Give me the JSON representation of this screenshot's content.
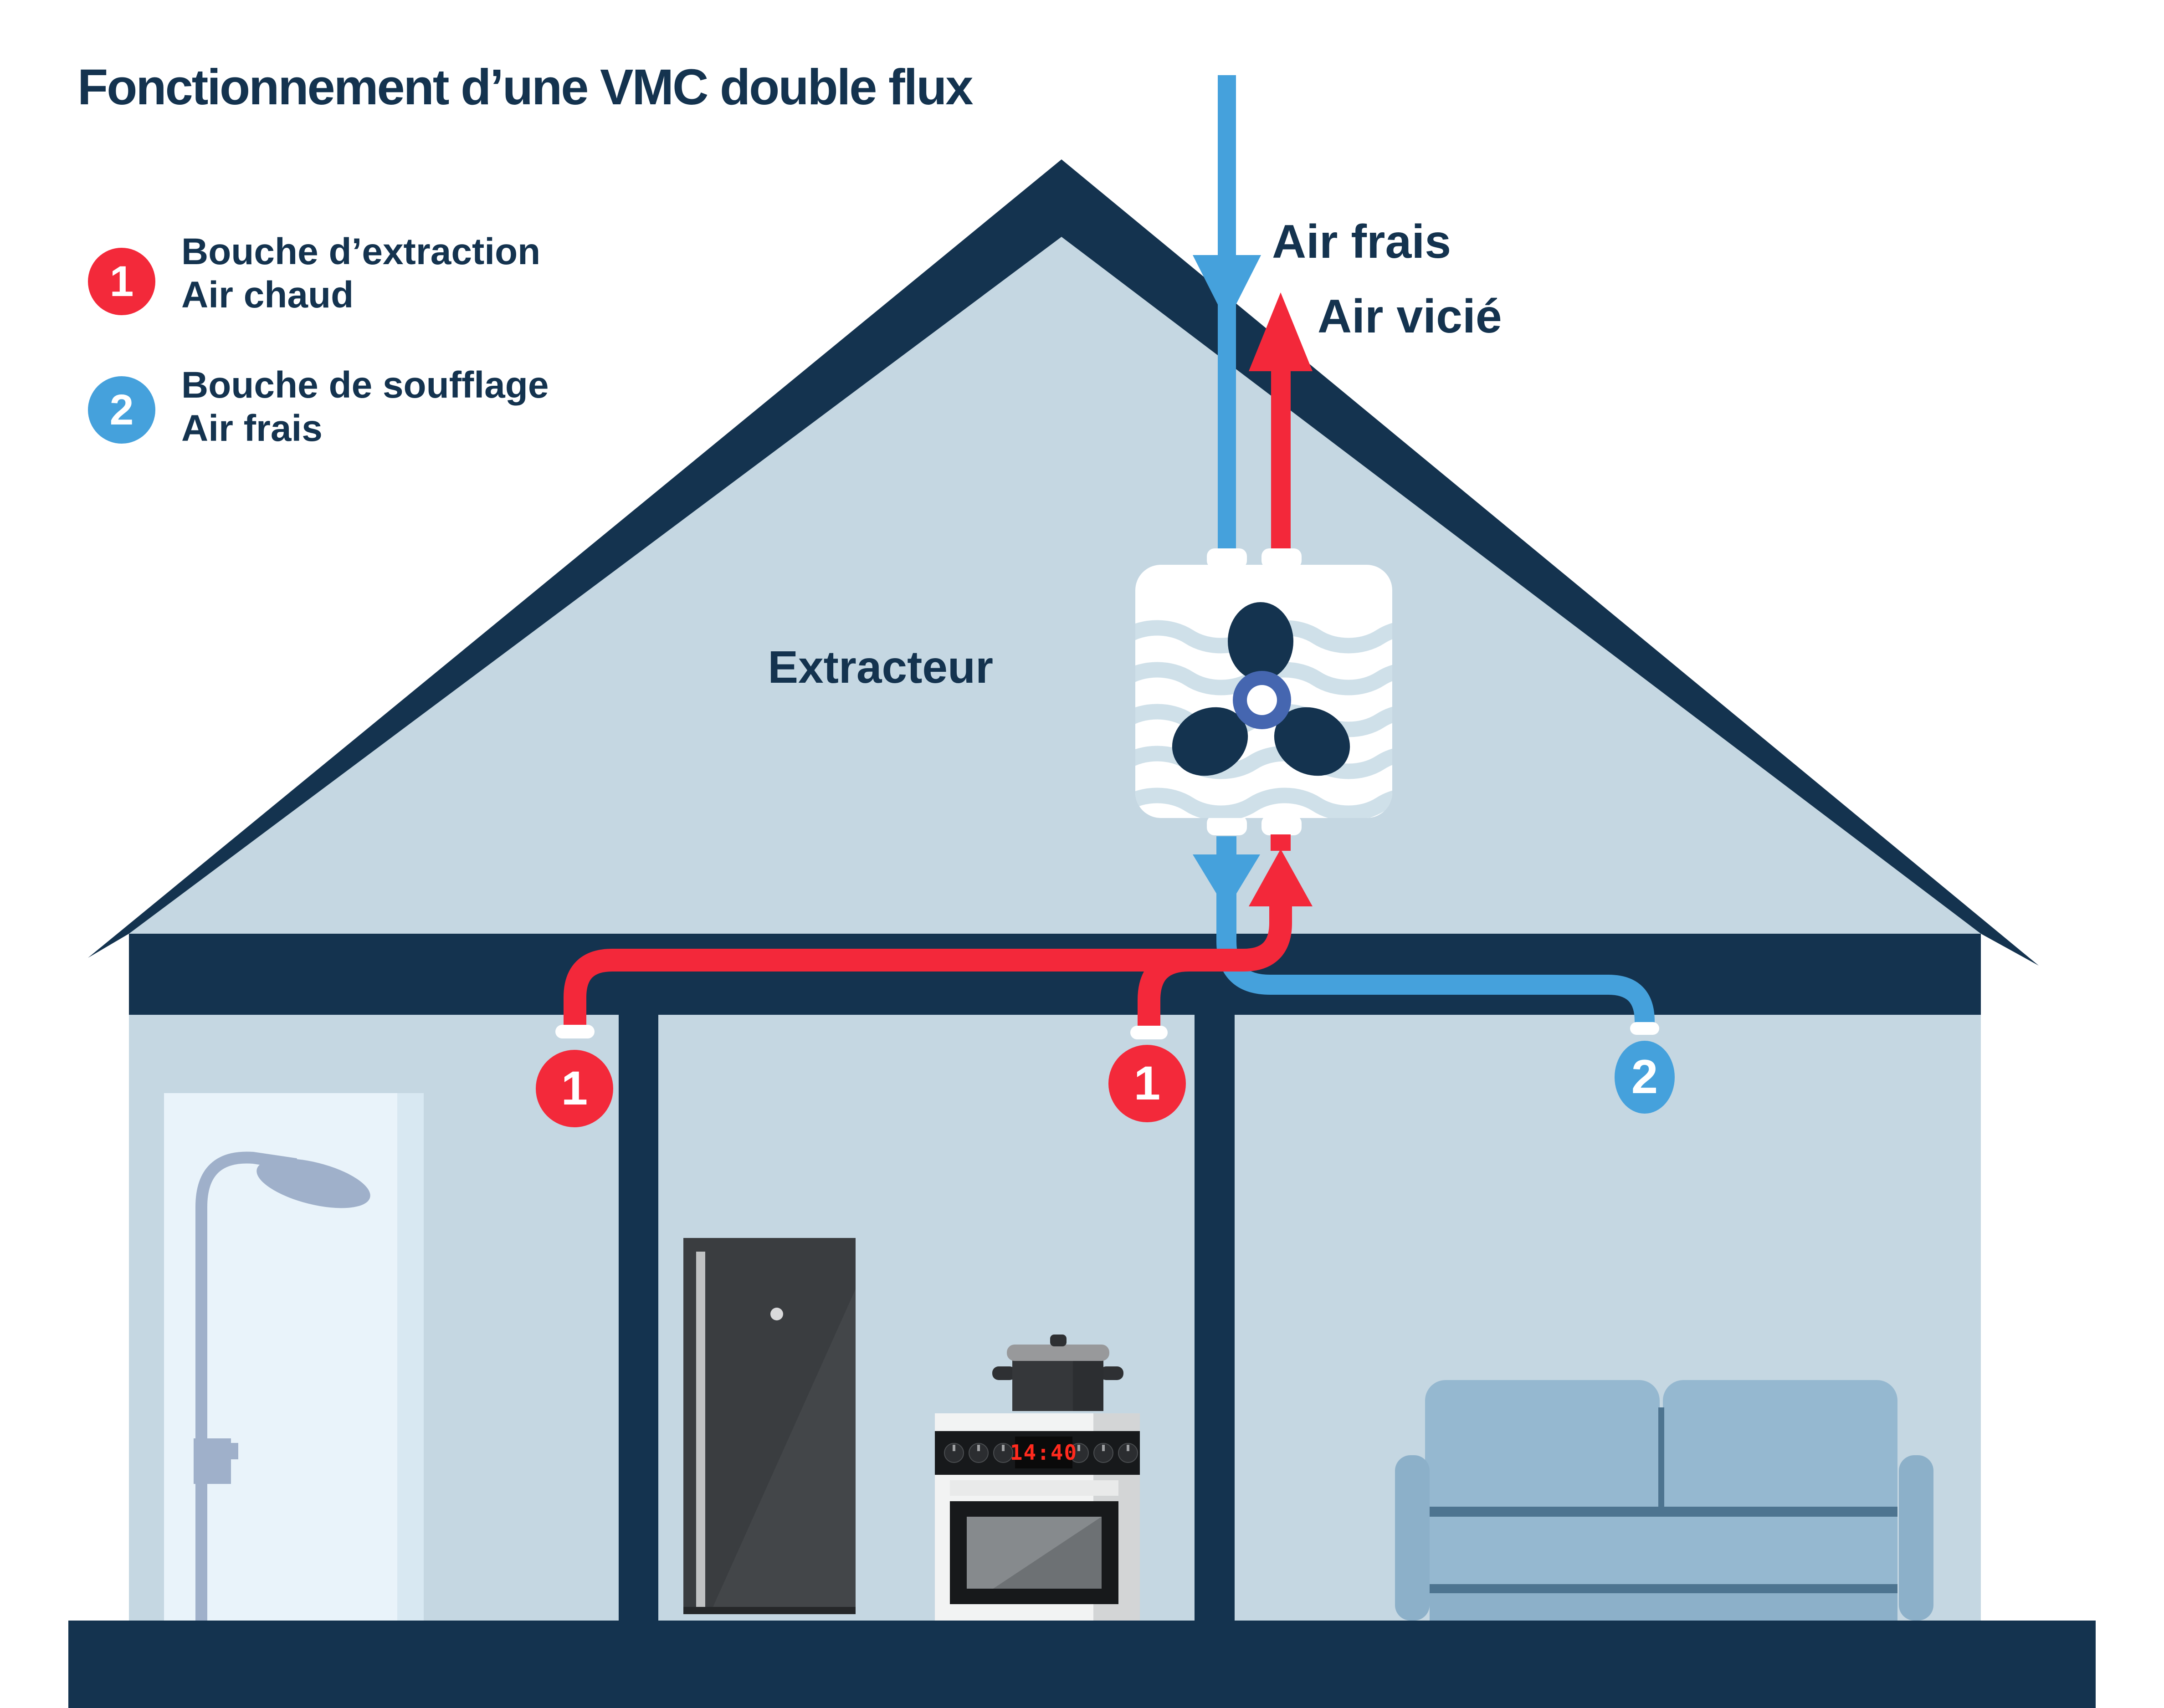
{
  "title": "Fonctionnement d’une VMC double flux",
  "legend": {
    "items": [
      {
        "number": "1",
        "color": "#f3293a",
        "label_line1": "Bouche d’extraction",
        "label_line2": "Air chaud"
      },
      {
        "number": "2",
        "color": "#45a1dc",
        "label_line1": "Bouche de soufflage",
        "label_line2": "Air frais"
      }
    ]
  },
  "labels": {
    "air_frais": "Air frais",
    "air_vicie": "Air vicié",
    "extracteur": "Extracteur"
  },
  "markers": {
    "extraction_bathroom": "1",
    "extraction_kitchen": "1",
    "soufflage_living": "2"
  },
  "appliances": {
    "stove_clock": "14:40"
  },
  "colors": {
    "navy": "#14334f",
    "wall_interior": "#c5d7e2",
    "fresh_air_blue": "#45a1dc",
    "warm_air_red": "#f3283a",
    "fan_hub_blue": "#4566b0",
    "extractor_white": "#ffffff"
  }
}
